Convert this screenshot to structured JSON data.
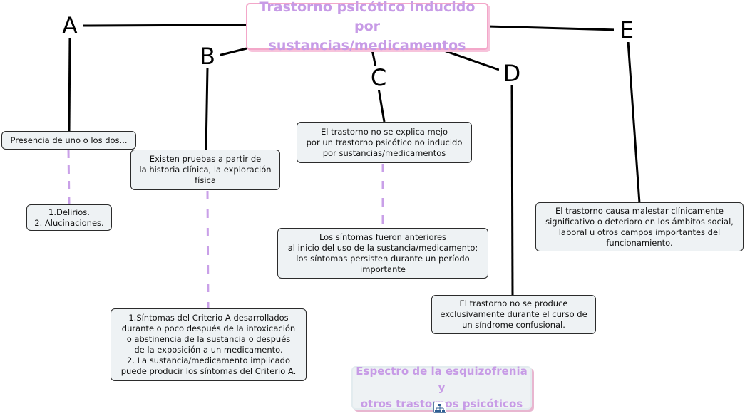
{
  "title": "Trastorno psicótico inducido por\nsustancias/medicamentos",
  "letters": {
    "a": "A",
    "b": "B",
    "c": "C",
    "d": "D",
    "e": "E"
  },
  "nodes": {
    "a1": "Presencia de uno o los dos...",
    "a2": "1.Delirios.\n2. Alucinaciones.",
    "b1": "Existen pruebas a partir de\nla historia clínica, la exploración\nfísica",
    "b2": "1.Síntomas del Criterio A desarrollados\ndurante o poco después de la intoxicación\no abstinencia de la sustancia o después\nde la exposición a un medicamento.\n2. La sustancia/medicamento implicado\npuede producir los síntomas del Criterio A.",
    "c1": "El trastorno no se explica mejo\npor un trastorno psicótico no inducido\npor sustancias/medicamentos",
    "c2": "Los síntomas fueron anteriores\nal inicio del uso de la sustancia/medicamento;\nlos síntomas persisten durante un período\nimportante",
    "d1": "El trastorno no se produce\nexclusivamente durante el curso de\nun síndrome confusional.",
    "e1": "El trastorno causa malestar clínicamente\nsignificativo o deterioro en los ámbitos social,\nlaboral u otros campos importantes del\nfuncionamiento."
  },
  "footer": {
    "label": "Espectro de la esquizofrenia y\notros trastornos psicóticos",
    "icon": "sitemap-icon"
  },
  "colors": {
    "title_text": "#c79be6",
    "title_border": "#f3a7c9",
    "dashed_link": "#c9a0e8",
    "node_fill": "#eef2f4"
  }
}
